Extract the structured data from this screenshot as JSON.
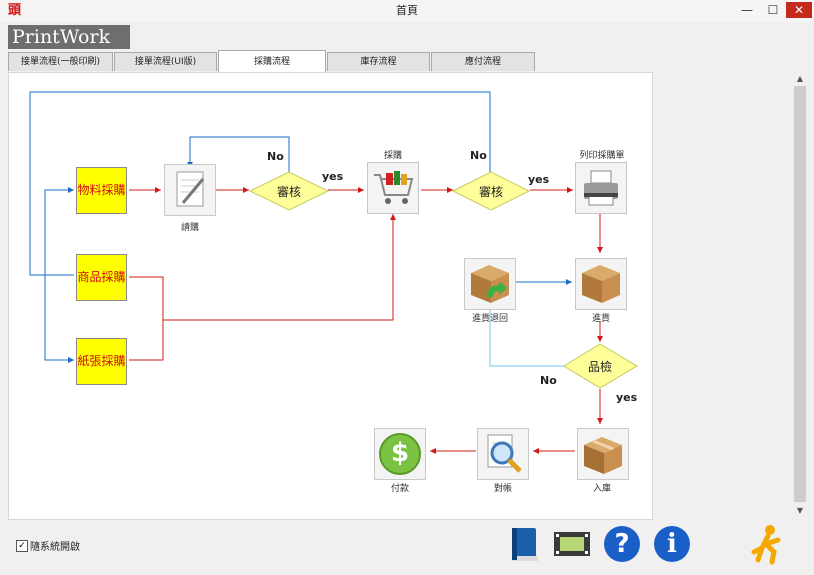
{
  "window": {
    "title": "首頁",
    "minimize": "—",
    "maximize": "☐",
    "close": "✕",
    "app_icon": "頭"
  },
  "logo": "PrintWork",
  "tabs": [
    {
      "label": "接單流程(一般印刷)",
      "active": false
    },
    {
      "label": "接單流程(UI版)",
      "active": false
    },
    {
      "label": "採購流程",
      "active": true
    },
    {
      "label": "庫存流程",
      "active": false
    },
    {
      "label": "應付流程",
      "active": false
    }
  ],
  "flow": {
    "boxes": {
      "material": "物料採購",
      "goods": "商品採購",
      "paper": "紙張採購"
    },
    "steps": {
      "request": "請購",
      "purchase": "採購",
      "print_po": "列印採購單",
      "return_goods": "進貨退回",
      "receive": "進貨",
      "stock_in": "入庫",
      "reconcile": "對帳",
      "payment": "付款"
    },
    "decisions": {
      "review1": "審核",
      "review2": "審核",
      "inspect": "品檢"
    },
    "edge_labels": {
      "no1": "No",
      "yes1": "yes",
      "no2": "No",
      "yes2": "yes",
      "no3": "No",
      "yes3": "yes"
    }
  },
  "footer": {
    "checkbox_label": "隨系統開啟",
    "checkbox_mark": "✓",
    "help_glyph": "?",
    "info_glyph": "i",
    "dollar_glyph": "$"
  },
  "colors": {
    "red_arrow": "#d01818",
    "blue_arrow": "#1a6fc4",
    "box_yellow": "#ffff00",
    "diamond_yellow": "#ffff99"
  }
}
